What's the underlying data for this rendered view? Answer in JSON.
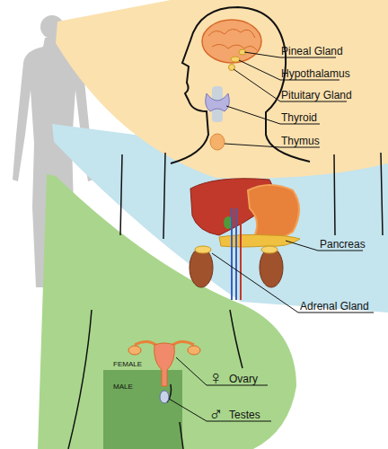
{
  "diagram": {
    "labels": [
      "Pineal Gland",
      "Hypothalamus",
      "Pituitary Gland",
      "Thyroid",
      "Thymus",
      "Pancreas",
      "Adrenal Gland",
      "FEMALE",
      "MALE",
      "♀",
      "Ovary",
      "♂",
      "Testes"
    ]
  }
}
